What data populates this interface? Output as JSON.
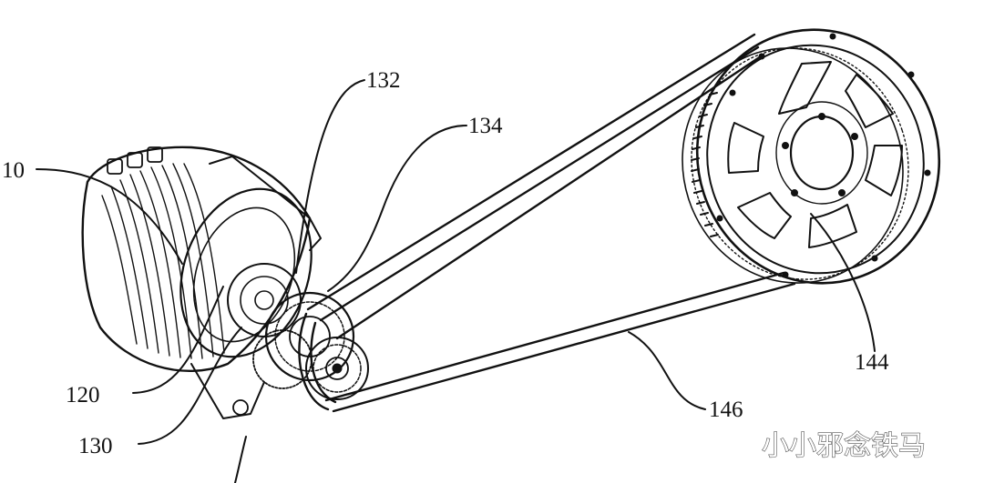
{
  "labels": {
    "l10": "10",
    "l120": "120",
    "l130": "130",
    "l132": "132",
    "l134": "134",
    "l144": "144",
    "l146": "146"
  },
  "watermark": "小小邪念铁马"
}
